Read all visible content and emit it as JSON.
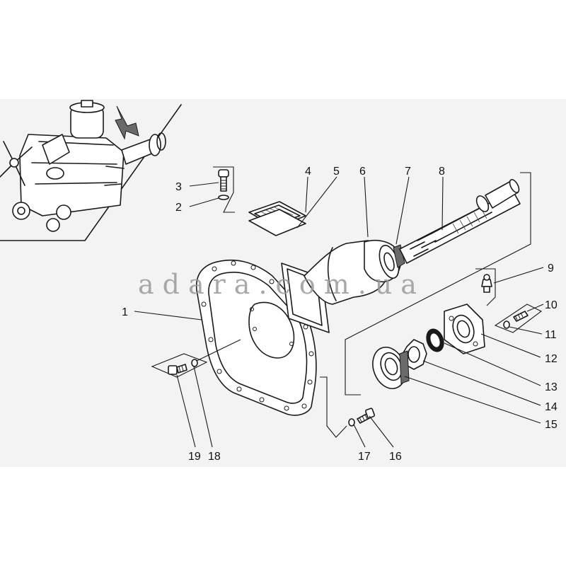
{
  "figure": {
    "watermark": "adara.com.ua",
    "callouts": [
      {
        "id": "1",
        "label": "1"
      },
      {
        "id": "2",
        "label": "2"
      },
      {
        "id": "3",
        "label": "3"
      },
      {
        "id": "4",
        "label": "4"
      },
      {
        "id": "5",
        "label": "5"
      },
      {
        "id": "6",
        "label": "6"
      },
      {
        "id": "7",
        "label": "7"
      },
      {
        "id": "8",
        "label": "8"
      },
      {
        "id": "9",
        "label": "9"
      },
      {
        "id": "10",
        "label": "10"
      },
      {
        "id": "11",
        "label": "11"
      },
      {
        "id": "12",
        "label": "12"
      },
      {
        "id": "13",
        "label": "13"
      },
      {
        "id": "14",
        "label": "14"
      },
      {
        "id": "15",
        "label": "15"
      },
      {
        "id": "16",
        "label": "16"
      },
      {
        "id": "17",
        "label": "17"
      },
      {
        "id": "18",
        "label": "18"
      },
      {
        "id": "19",
        "label": "19"
      }
    ]
  },
  "colors": {
    "background": "#ffffff",
    "sheet": "#f3f3f3",
    "ink": "#1a1a1a",
    "watermark": "#9a9a9a"
  }
}
